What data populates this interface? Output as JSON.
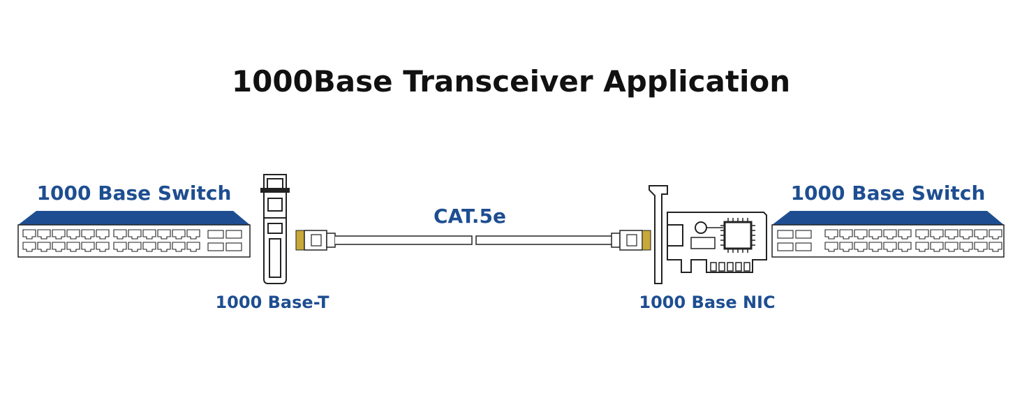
{
  "title": "1000Base Transceiver Application",
  "labels": {
    "left_switch": "1000 Base Switch",
    "right_switch": "1000 Base Switch",
    "transceiver": "1000 Base-T",
    "cable": "CAT.5e",
    "nic": "1000 Base NIC"
  },
  "colors": {
    "accent": "#1e4e91",
    "stroke": "#222222",
    "title": "#111111",
    "connector_pins": "#c9a83a"
  }
}
